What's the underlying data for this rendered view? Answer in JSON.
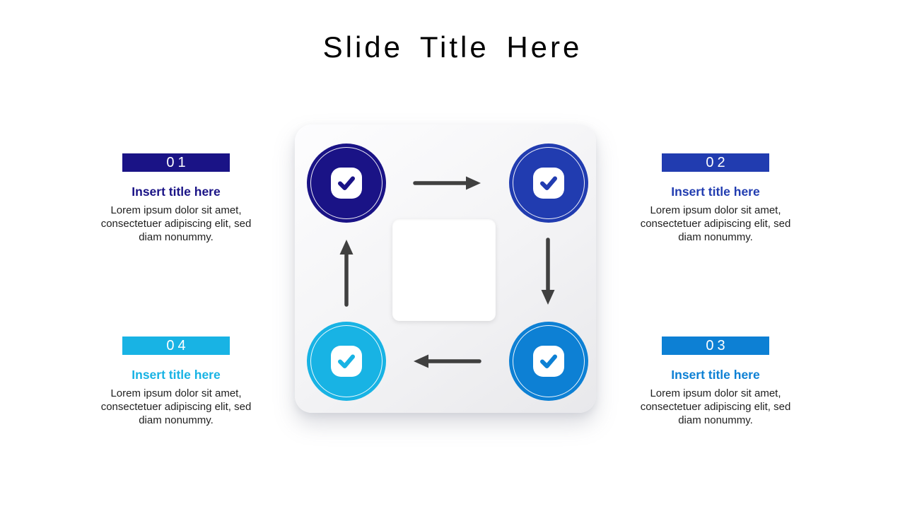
{
  "slide": {
    "title": "Slide Title Here",
    "title_color": "#000000",
    "background_color": "#ffffff",
    "body_text_color": "#1f1f1f"
  },
  "steps": [
    {
      "number": "01",
      "title": "Insert title here",
      "description": "Lorem ipsum dolor sit amet, consectetuer adipiscing elit, sed diam nonummy.",
      "color": "#1a1386",
      "number_text_color": "#ffffff"
    },
    {
      "number": "02",
      "title": "Insert title here",
      "description": "Lorem ipsum dolor sit amet, consectetuer adipiscing elit, sed diam nonummy.",
      "color": "#213cb0",
      "number_text_color": "#ffffff"
    },
    {
      "number": "03",
      "title": "Insert title here",
      "description": "Lorem ipsum dolor sit amet, consectetuer adipiscing elit, sed diam nonummy.",
      "color": "#0d80d4",
      "number_text_color": "#ffffff"
    },
    {
      "number": "04",
      "title": "Insert title here",
      "description": "Lorem ipsum dolor sit amet, consectetuer adipiscing elit, sed diam nonummy.",
      "color": "#18b3e4",
      "number_text_color": "#ffffff"
    }
  ],
  "diagram": {
    "arrow_color": "#404040",
    "node_icon": "check-icon",
    "nodes_order": [
      "01",
      "02",
      "03",
      "04"
    ]
  }
}
